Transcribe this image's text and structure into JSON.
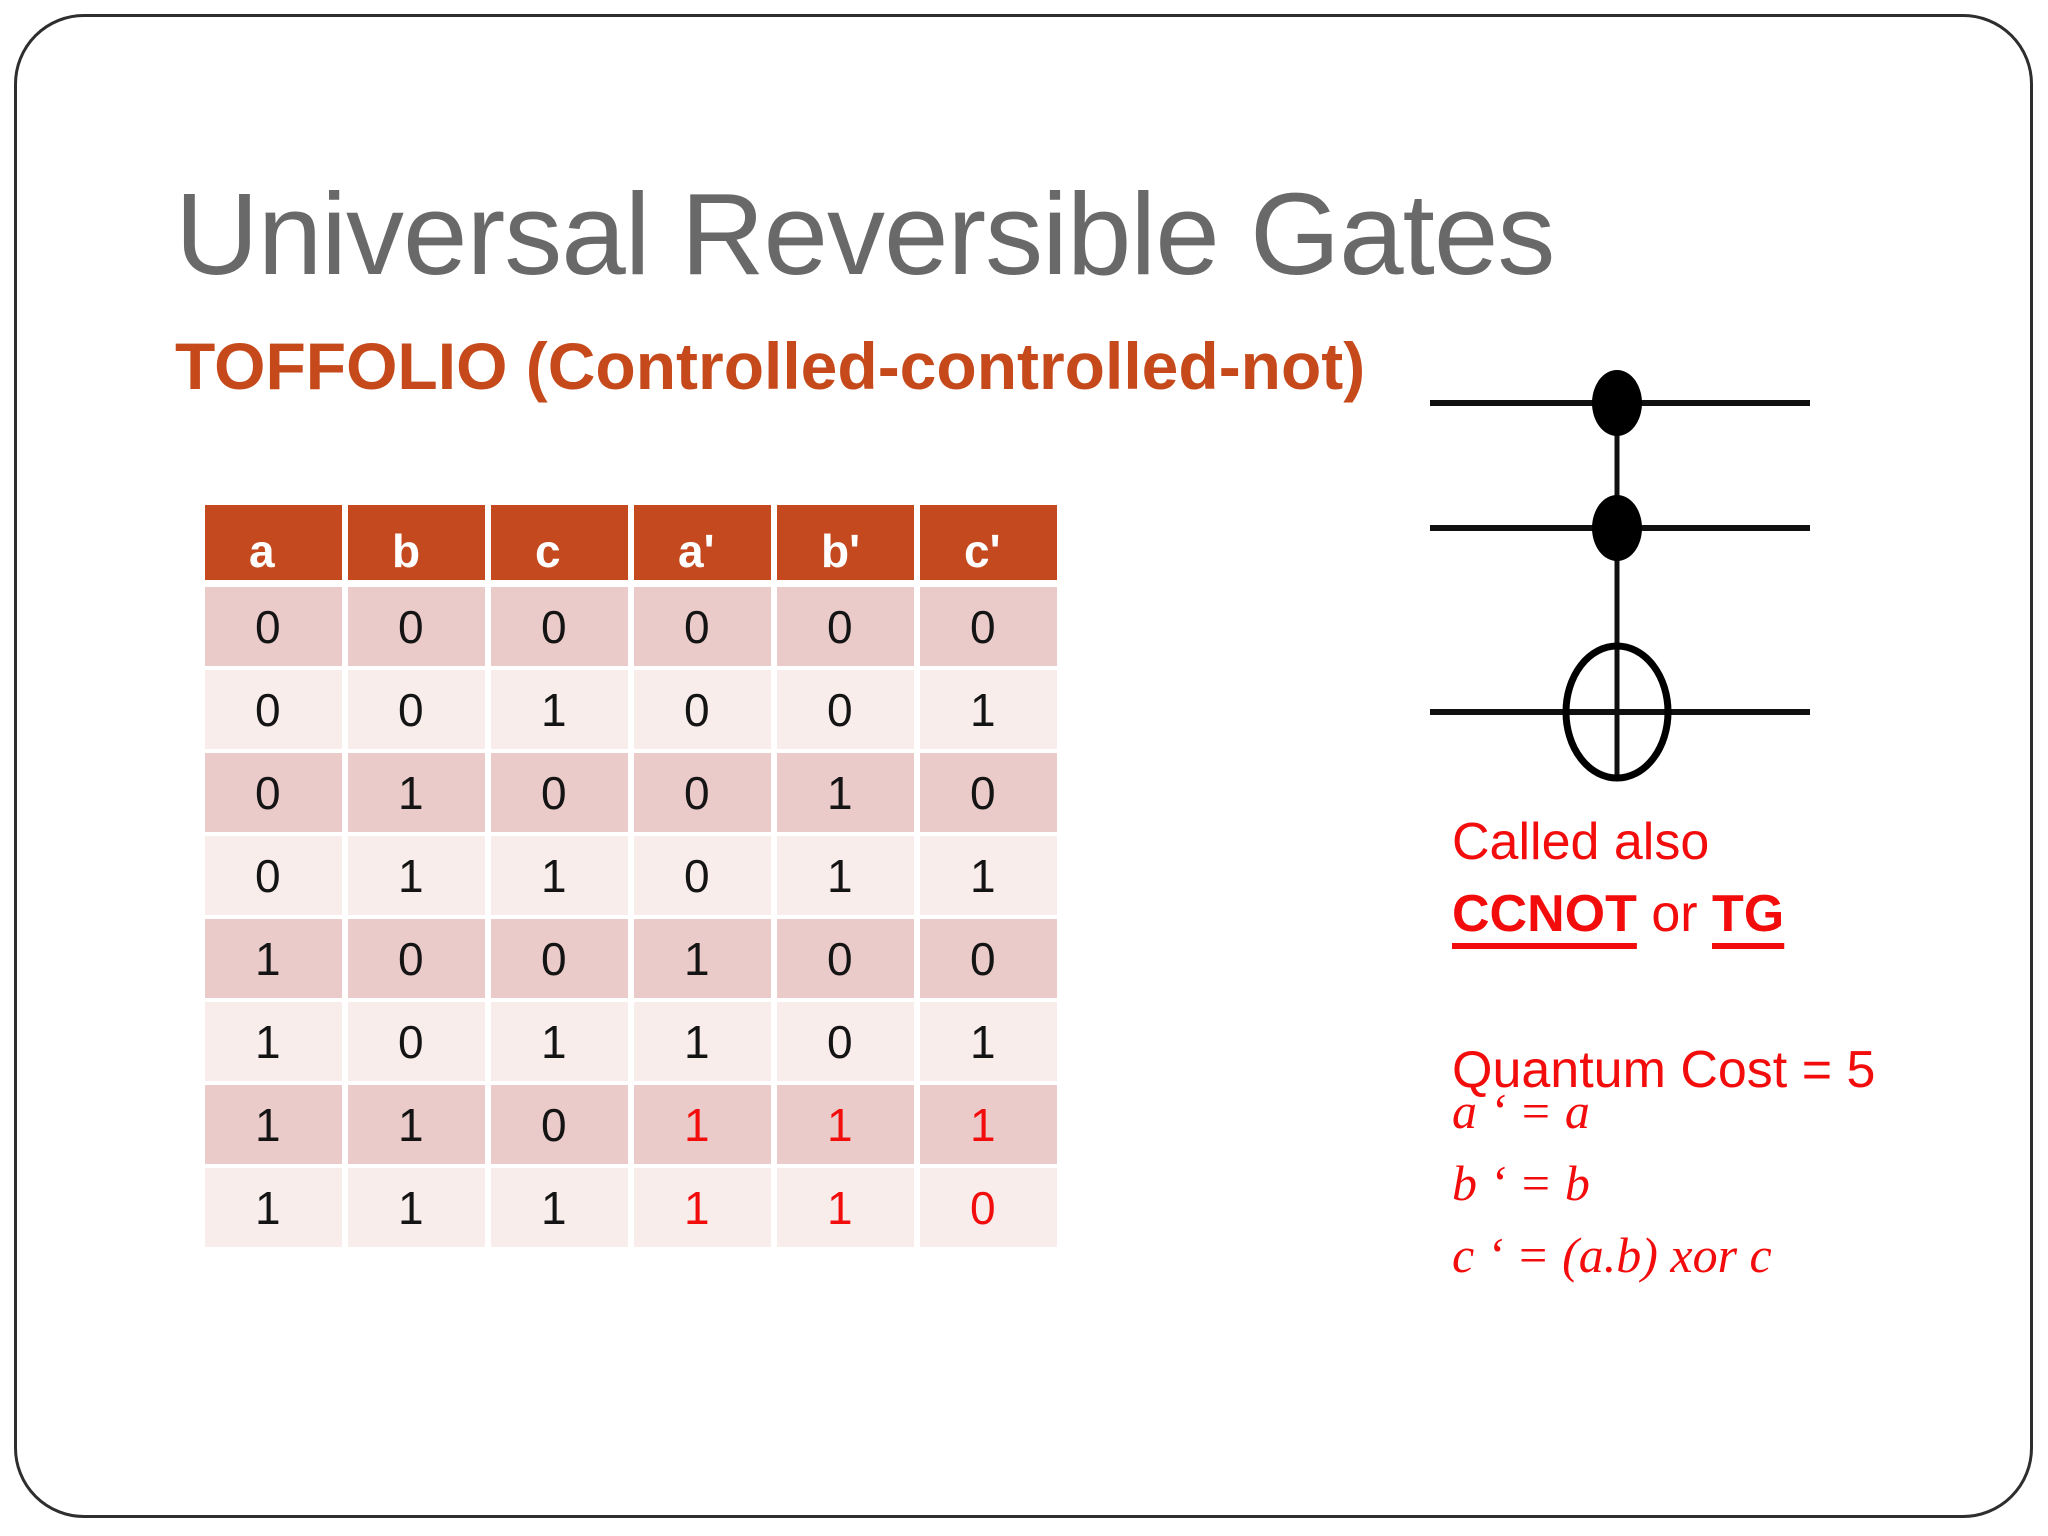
{
  "slide": {
    "title": "Universal Reversible Gates",
    "subtitle": "TOFFOLIO (Controlled-controlled-not)"
  },
  "table": {
    "columns": [
      "a",
      "b",
      "c",
      "a'",
      "b'",
      "c'"
    ],
    "rows": [
      [
        "0",
        "0",
        "0",
        "0",
        "0",
        "0"
      ],
      [
        "0",
        "0",
        "1",
        "0",
        "0",
        "1"
      ],
      [
        "0",
        "1",
        "0",
        "0",
        "1",
        "0"
      ],
      [
        "0",
        "1",
        "1",
        "0",
        "1",
        "1"
      ],
      [
        "1",
        "0",
        "0",
        "1",
        "0",
        "0"
      ],
      [
        "1",
        "0",
        "1",
        "1",
        "0",
        "1"
      ],
      [
        "1",
        "1",
        "0",
        "1",
        "1",
        "1"
      ],
      [
        "1",
        "1",
        "1",
        "1",
        "1",
        "0"
      ]
    ],
    "red_rows": [
      6,
      7
    ],
    "red_cols": [
      3,
      4,
      5
    ]
  },
  "annotations": {
    "called_also": "Called also",
    "ccnot": "CCNOT",
    "or": " or ",
    "tg": "TG",
    "quantum_cost": "Quantum Cost = 5",
    "equations": [
      "a ‘ = a",
      "b ‘ = b",
      "c ‘ = (a.b) xor c"
    ]
  },
  "circuit": {
    "type": "toffoli-gate-symbol",
    "wires": 3,
    "controls": 2,
    "target_wire": 3
  },
  "colors": {
    "header_bg": "#c5491f",
    "accent_orange": "#c6491c",
    "row_dark": "#eacbc9",
    "row_light": "#f8edeb",
    "red": "#f20c0c",
    "title_gray": "#696969"
  }
}
